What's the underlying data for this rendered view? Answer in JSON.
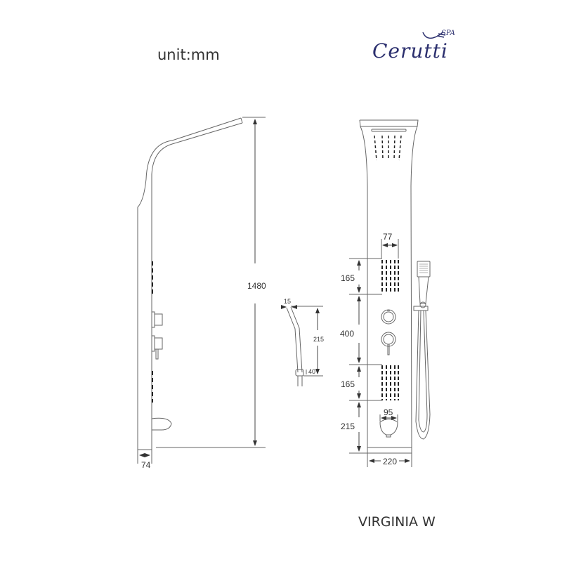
{
  "header": {
    "unit_label": "unit:mm"
  },
  "brand": {
    "name": "Cerutti",
    "suffix": "SPA",
    "color": "#2b2f6e"
  },
  "model": {
    "name": "VIRGINIA W"
  },
  "side_view": {
    "height_label": "1480",
    "depth_label": "74"
  },
  "hand_shower": {
    "head_width_label": "15",
    "length_label": "215",
    "holder_label": "40"
  },
  "front_view": {
    "jet_width_label": "77",
    "upper_jets_height_label": "165",
    "controls_height_label": "400",
    "lower_jets_height_label": "165",
    "spout_height_label": "215",
    "spout_width_label": "95",
    "panel_width_label": "220"
  },
  "colors": {
    "line": "#555555",
    "text": "#333333",
    "brand": "#2b2f6e"
  }
}
